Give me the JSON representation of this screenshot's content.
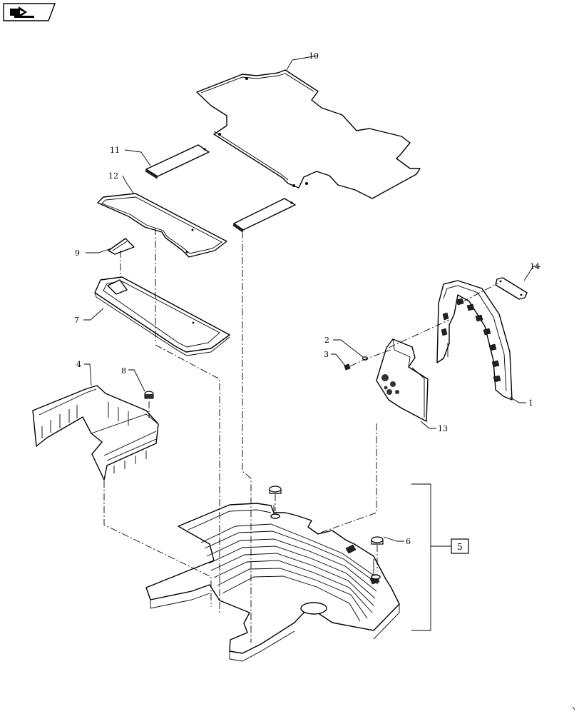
{
  "toolbar": {
    "nav_icon": "forward-arrow-icon"
  },
  "callouts": {
    "c1": "1",
    "c2": "2",
    "c3": "3",
    "c4": "4",
    "c5": "5",
    "c6": "6",
    "c7": "7",
    "c8": "8",
    "c9": "9",
    "c10": "10",
    "c11": "11",
    "c12": "12",
    "c13": "13",
    "c14": "14"
  }
}
